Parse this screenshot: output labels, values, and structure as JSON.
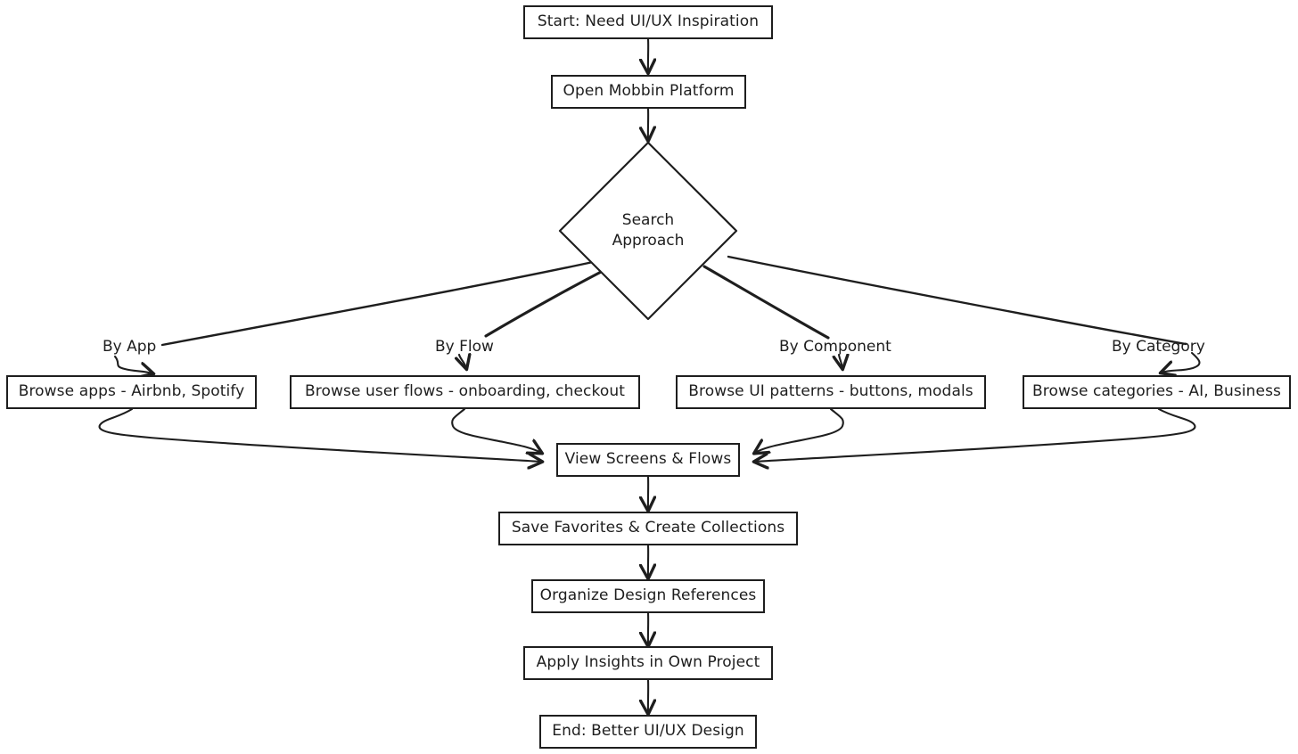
{
  "diagram": {
    "type": "flowchart",
    "direction": "top-to-bottom",
    "background_color": "#ffffff",
    "stroke_color": "#1e1e1e",
    "text_color": "#1e1e1e",
    "style": "hand-drawn"
  },
  "nodes": {
    "start": {
      "label": "Start: Need UI/UX Inspiration",
      "shape": "rectangle"
    },
    "open_platform": {
      "label": "Open Mobbin Platform",
      "shape": "rectangle"
    },
    "decision": {
      "label_line1": "Search",
      "label_line2": "Approach",
      "shape": "diamond"
    },
    "browse_apps": {
      "label": "Browse apps - Airbnb, Spotify",
      "shape": "rectangle"
    },
    "browse_flows": {
      "label": "Browse user flows - onboarding, checkout",
      "shape": "rectangle"
    },
    "browse_patterns": {
      "label": "Browse UI patterns - buttons, modals",
      "shape": "rectangle"
    },
    "browse_categories": {
      "label": "Browse categories - AI, Business",
      "shape": "rectangle"
    },
    "view_screens": {
      "label": "View Screens & Flows",
      "shape": "rectangle"
    },
    "save_favorites": {
      "label": "Save Favorites & Create Collections",
      "shape": "rectangle"
    },
    "organize_refs": {
      "label": "Organize Design References",
      "shape": "rectangle"
    },
    "apply_insights": {
      "label": "Apply Insights in Own Project",
      "shape": "rectangle"
    },
    "end": {
      "label": "End: Better UI/UX Design",
      "shape": "rectangle"
    }
  },
  "edge_labels": {
    "by_app": "By App",
    "by_flow": "By Flow",
    "by_component": "By Component",
    "by_category": "By Category"
  },
  "edges": [
    {
      "from": "start",
      "to": "open_platform",
      "label": ""
    },
    {
      "from": "open_platform",
      "to": "decision",
      "label": ""
    },
    {
      "from": "decision",
      "to": "browse_apps",
      "label": "By App"
    },
    {
      "from": "decision",
      "to": "browse_flows",
      "label": "By Flow"
    },
    {
      "from": "decision",
      "to": "browse_patterns",
      "label": "By Component"
    },
    {
      "from": "decision",
      "to": "browse_categories",
      "label": "By Category"
    },
    {
      "from": "browse_apps",
      "to": "view_screens",
      "label": ""
    },
    {
      "from": "browse_flows",
      "to": "view_screens",
      "label": ""
    },
    {
      "from": "browse_patterns",
      "to": "view_screens",
      "label": ""
    },
    {
      "from": "browse_categories",
      "to": "view_screens",
      "label": ""
    },
    {
      "from": "view_screens",
      "to": "save_favorites",
      "label": ""
    },
    {
      "from": "save_favorites",
      "to": "organize_refs",
      "label": ""
    },
    {
      "from": "organize_refs",
      "to": "apply_insights",
      "label": ""
    },
    {
      "from": "apply_insights",
      "to": "end",
      "label": ""
    }
  ]
}
